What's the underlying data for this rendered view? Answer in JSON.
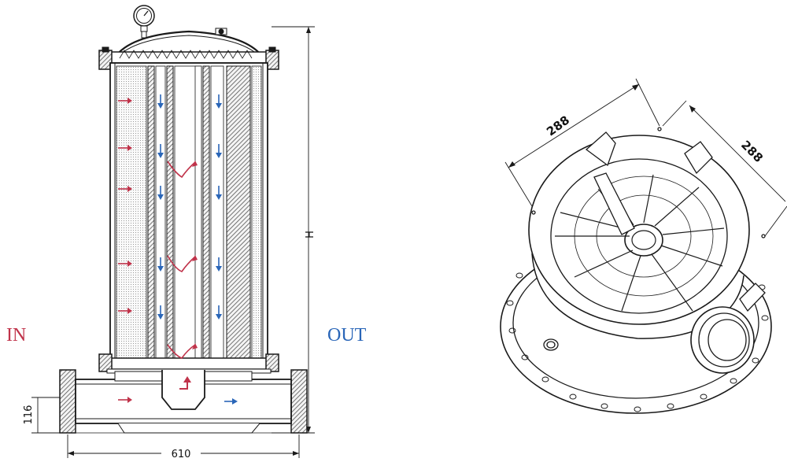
{
  "labels": {
    "inlet": "IN",
    "outlet": "OUT",
    "height_symbol": "H",
    "flange_offset": "116",
    "overall_width": "610",
    "plate_dim_left": "288",
    "plate_dim_right": "288"
  },
  "colors": {
    "inlet": "#c0334a",
    "outlet": "#2a66b8",
    "line": "#1a1a1a",
    "hatch": "#555555"
  }
}
